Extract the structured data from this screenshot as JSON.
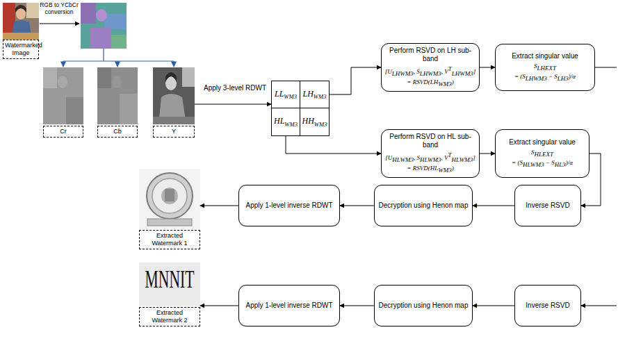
{
  "diagram": {
    "nodes": [
      {
        "text": [
          "Watermarked Image"
        ]
      },
      {
        "text": [
          "Cr"
        ]
      },
      {
        "text": [
          "Cb"
        ]
      },
      {
        "text": [
          "Y"
        ]
      },
      {
        "text": [
          "LL",
          "WM3"
        ]
      },
      {
        "text": [
          "LH",
          "WM3"
        ]
      },
      {
        "text": [
          "HL",
          "WM3"
        ]
      },
      {
        "text": [
          "HH",
          "WM3"
        ]
      },
      {
        "text": [
          "Perform RSVD on LH sub-band",
          "[U",
          "LHWM3",
          ", S",
          "LHWM3",
          ", V",
          "T",
          "LHWM3",
          "]",
          "= RSVD(LH",
          "WM3",
          ")"
        ]
      },
      {
        "text": [
          "Extract singular value",
          "S",
          "LHEXT",
          "= (S",
          "LHWM3",
          " − S",
          "LH3",
          ")/α"
        ]
      },
      {
        "text": [
          "Perform RSVD on HL sub-band",
          "[U",
          "HLWM3",
          ", S",
          "HLWM3",
          ", V",
          "T",
          "HLWM3",
          "]",
          "= RSVD(HL",
          "WM3",
          ")"
        ]
      },
      {
        "text": [
          "Extract singular value",
          "S",
          "HLEXT",
          "= (S",
          "HLWM3",
          " − S",
          "HL3",
          ")/α"
        ]
      },
      {
        "text": [
          "Inverse RSVD"
        ]
      },
      {
        "text": [
          "Decryption using Henon map"
        ]
      },
      {
        "text": [
          "Apply 1-level inverse RDWT"
        ]
      },
      {
        "text": [
          "Extracted Watermark 1"
        ]
      },
      {
        "text": [
          "Inverse RSVD"
        ]
      },
      {
        "text": [
          "Decryption using Henon map"
        ]
      },
      {
        "text": [
          "Apply 1-level inverse RDWT"
        ]
      },
      {
        "text": [
          "Extracted Watermark 2"
        ]
      }
    ],
    "edges": [
      {
        "from": 3,
        "to": 4,
        "label": "Apply 3-level RDWT",
        "arrow": "to"
      },
      {
        "from": 5,
        "to": 8,
        "arrow": "to"
      },
      {
        "from": 8,
        "to": 9,
        "arrow": "to"
      },
      {
        "from": 6,
        "to": 10,
        "arrow": "to"
      },
      {
        "from": 10,
        "to": 11,
        "arrow": "to"
      },
      {
        "from": 11,
        "to": 12,
        "arrow": "to"
      },
      {
        "from": 12,
        "to": 13,
        "arrow": "to"
      },
      {
        "from": 13,
        "to": 14,
        "arrow": "to"
      },
      {
        "from": 14,
        "to": 15,
        "arrow": "to"
      },
      {
        "from": 9,
        "to": 16,
        "arrow": "to"
      },
      {
        "from": 16,
        "to": 17,
        "arrow": "to"
      },
      {
        "from": 17,
        "to": 18,
        "arrow": "to"
      },
      {
        "from": 18,
        "to": 19,
        "arrow": "to"
      }
    ],
    "labels": [
      "RGB to YCbCr conversion",
      "MNNIT"
    ]
  }
}
